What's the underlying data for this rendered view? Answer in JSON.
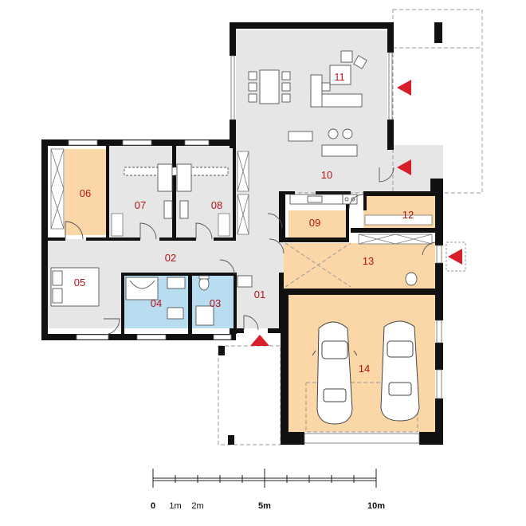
{
  "rooms": [
    {
      "id": "01",
      "label": "01"
    },
    {
      "id": "02",
      "label": "02"
    },
    {
      "id": "03",
      "label": "03"
    },
    {
      "id": "04",
      "label": "04"
    },
    {
      "id": "05",
      "label": "05"
    },
    {
      "id": "06",
      "label": "06"
    },
    {
      "id": "07",
      "label": "07"
    },
    {
      "id": "08",
      "label": "08"
    },
    {
      "id": "09",
      "label": "09"
    },
    {
      "id": "10",
      "label": "10"
    },
    {
      "id": "11",
      "label": "11"
    },
    {
      "id": "12",
      "label": "12"
    },
    {
      "id": "13",
      "label": "13"
    },
    {
      "id": "14",
      "label": "14"
    }
  ],
  "scale_bar": {
    "labels": [
      "0",
      "1m",
      "2m",
      "5m",
      "10m"
    ]
  },
  "colors": {
    "wall": "#111111",
    "living_floor": "#e6e6e6",
    "bathroom_floor": "#b8dcf0",
    "warm_floor": "#fbd6a6",
    "entrance_arrow": "#d81e2a",
    "room_number": "#b5121b"
  },
  "icons": [
    "entrance-arrow-icon",
    "car-icon",
    "sofa-icon",
    "dining-table-icon",
    "bathtub-icon",
    "toilet-icon",
    "sink-icon",
    "stove-icon"
  ]
}
